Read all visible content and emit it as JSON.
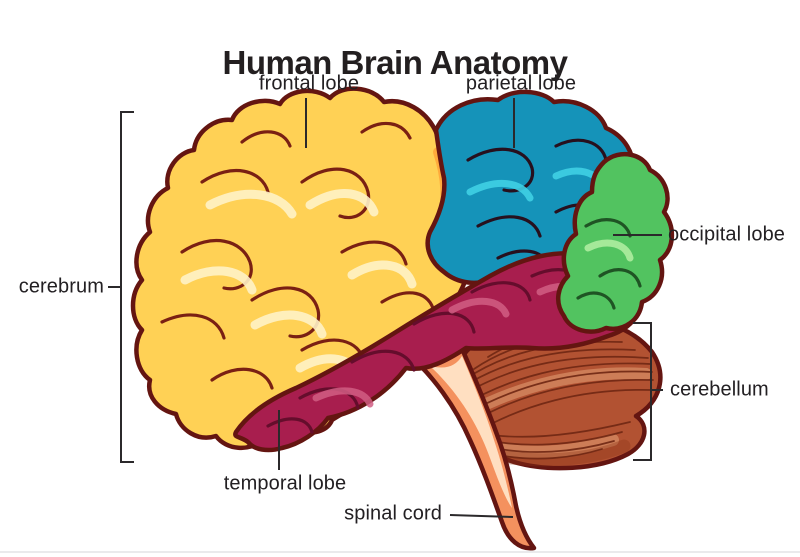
{
  "title": "Human Brain Anatomy",
  "labels": {
    "frontal": "frontal lobe",
    "parietal": "parietal lobe",
    "occipital": "occipital lobe",
    "cerebrum": "cerebrum",
    "cerebellum": "cerebellum",
    "temporal": "temporal lobe",
    "spinal": "spinal cord"
  },
  "colors": {
    "frontal_lobe": "#FFD155",
    "parietal_lobe": "#1593B9",
    "occipital_lobe": "#52C360",
    "temporal_lobe": "#A81E4E",
    "cerebellum": "#B25232",
    "spinal_cord": "#F4915E",
    "outline": "#641511",
    "annotation_line": "#2B292B",
    "title_text": "#231F20",
    "label_text": "#232023"
  }
}
